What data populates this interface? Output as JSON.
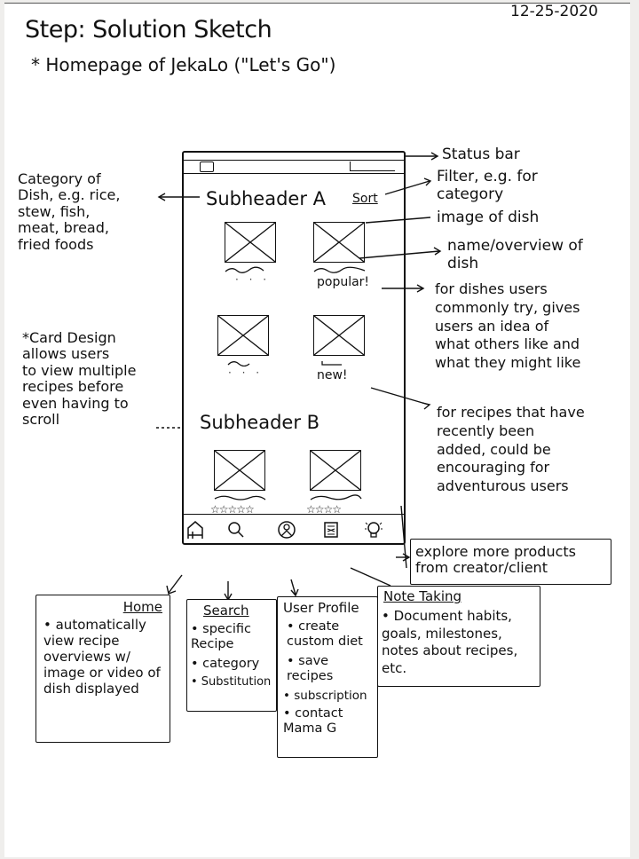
{
  "header": {
    "title": "Step: Solution Sketch",
    "date": "12-25-2020",
    "subtitle": "* Homepage of JekaLo (\"Let's Go\")"
  },
  "left_annotations": {
    "category": "Category of\nDish, e.g. rice,\nstew, fish,\nmeat, bread,\nfried foods",
    "card_design": "*Card Design\n  allows users\n  to view multiple\n  recipes before\n  even having to\n  scroll"
  },
  "right_annotations": {
    "status_bar": "Status bar",
    "filter": "Filter, e.g. for\n category",
    "image": "image of dish",
    "name": "name/overview of\ndish",
    "popular": "for dishes users\ncommonly try, gives\nusers an idea of\nwhat others like and\nwhat they might like",
    "new": "for recipes that have\nrecently been\nadded, could be\nencouraging for\nadventurous users",
    "explore": "explore more products\n from creator/client"
  },
  "phone": {
    "subheader_a": "Subheader A",
    "sort_label": "Sort",
    "subheader_b": "Subheader B",
    "cards_a": [
      {
        "tag": "",
        "has_dots": true
      },
      {
        "tag": "popular!",
        "has_dots": false
      },
      {
        "tag": "",
        "has_dots": true
      },
      {
        "tag": "new!",
        "has_dots": false
      }
    ],
    "cards_b": [
      {
        "stars": "☆☆☆☆☆"
      },
      {
        "stars": "☆☆☆☆"
      }
    ],
    "nav": [
      {
        "name": "home",
        "icon": "home-icon"
      },
      {
        "name": "search",
        "icon": "search-icon"
      },
      {
        "name": "user-profile",
        "icon": "user-profile-icon"
      },
      {
        "name": "note-taking",
        "icon": "notebook-icon"
      },
      {
        "name": "explore",
        "icon": "lightbulb-icon"
      }
    ]
  },
  "bottom_boxes": {
    "home": {
      "heading": "Home",
      "items": [
        "• automatically view recipe overviews w/ image or video of dish displayed"
      ]
    },
    "search": {
      "heading": "Search",
      "items": [
        "• specific Recipe",
        "• category",
        "• Substitution"
      ]
    },
    "user_profile": {
      "heading": "User Profile",
      "items": [
        "• create custom diet",
        "• save recipes",
        "• subscription",
        "• contact Mama G"
      ]
    },
    "note_taking": {
      "heading": "Note Taking",
      "items": [
        "• Document habits, goals, milestones, notes about recipes, etc."
      ]
    }
  }
}
